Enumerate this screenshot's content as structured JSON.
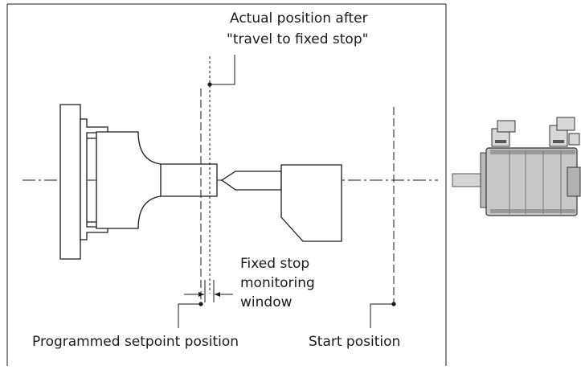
{
  "labels": {
    "actual_position_line1": "Actual position after",
    "actual_position_line2": "\"travel to fixed stop\"",
    "window_line1": "Fixed stop",
    "window_line2": "monitoring",
    "window_line3": "window",
    "programmed_setpoint": "Programmed setpoint position",
    "start_position": "Start position"
  },
  "icons": {
    "motor": "servo-motor-icon",
    "tool": "tool-spindle-icon",
    "workpiece": "workpiece-chuck-icon"
  },
  "colors": {
    "line": "#1a1a1a",
    "motor_body": "#c8c8c8",
    "motor_shadow": "#9a9a9a"
  }
}
